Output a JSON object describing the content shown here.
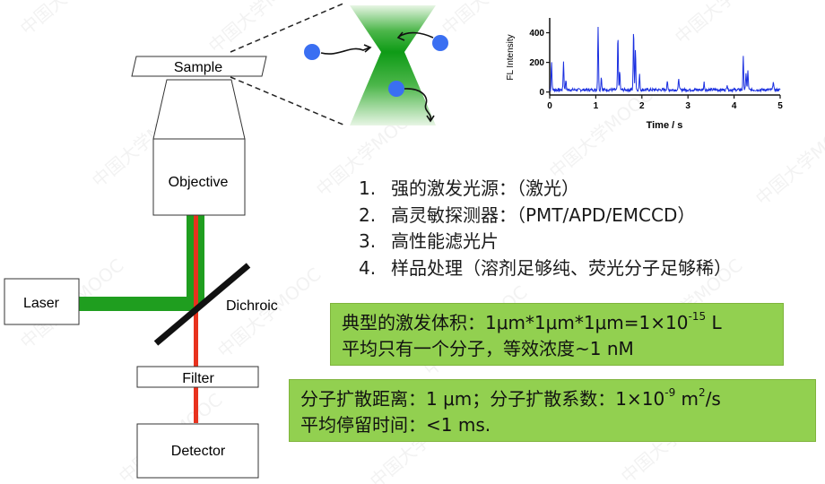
{
  "labels": {
    "sample": "Sample",
    "objective": "Objective",
    "laser": "Laser",
    "dichroic": "Dichroic",
    "filter": "Filter",
    "detector": "Detector"
  },
  "list": [
    {
      "num": "1.",
      "text": "强的激发光源：（激光）"
    },
    {
      "num": "2.",
      "text": "高灵敏探测器：（PMT/APD/EMCCD）"
    },
    {
      "num": "3.",
      "text": "高性能滤光片"
    },
    {
      "num": "4.",
      "text": "样品处理（溶剂足够纯、荧光分子足够稀）"
    }
  ],
  "box1": {
    "line1_pre": "典型的激发体积：1μm*1μm*1μm=1×10",
    "line1_sup": "-15",
    "line1_post": " L",
    "line2": "平均只有一个分子，等效浓度~1 nM"
  },
  "box2": {
    "line1_pre": "分子扩散距离：1 μm；分子扩散系数：1×10",
    "line1_sup": "-9",
    "line1_mid": " m",
    "line1_sup2": "2",
    "line1_post": "/s",
    "line2": "平均停留时间：<1 ms."
  },
  "watermark": "中国大学MOOC",
  "colors": {
    "green_beam": "#1f9e1f",
    "red_beam": "#e8321e",
    "trace": "#1a2fe0",
    "molecule": "#3a6ff2",
    "box_fill": "#92d050"
  },
  "chart_data": {
    "type": "line",
    "xlabel": "Time / s",
    "ylabel": "FL Intensity",
    "xlim": [
      0,
      5
    ],
    "ylim": [
      -20,
      500
    ],
    "xticks": [
      0,
      1,
      2,
      3,
      4,
      5
    ],
    "yticks": [
      0,
      200,
      400
    ],
    "grid": false,
    "baseline": 15,
    "noise": 10,
    "peaks": [
      {
        "t": 0.04,
        "h": 190
      },
      {
        "t": 0.3,
        "h": 190
      },
      {
        "t": 0.35,
        "h": 70
      },
      {
        "t": 1.05,
        "h": 430
      },
      {
        "t": 1.12,
        "h": 90
      },
      {
        "t": 1.48,
        "h": 360
      },
      {
        "t": 1.52,
        "h": 120
      },
      {
        "t": 1.82,
        "h": 410
      },
      {
        "t": 1.86,
        "h": 280
      },
      {
        "t": 1.95,
        "h": 100
      },
      {
        "t": 2.55,
        "h": 60
      },
      {
        "t": 2.8,
        "h": 80
      },
      {
        "t": 3.35,
        "h": 50
      },
      {
        "t": 3.85,
        "h": 40
      },
      {
        "t": 4.2,
        "h": 220
      },
      {
        "t": 4.26,
        "h": 120
      },
      {
        "t": 4.3,
        "h": 130
      },
      {
        "t": 4.85,
        "h": 60
      }
    ]
  }
}
